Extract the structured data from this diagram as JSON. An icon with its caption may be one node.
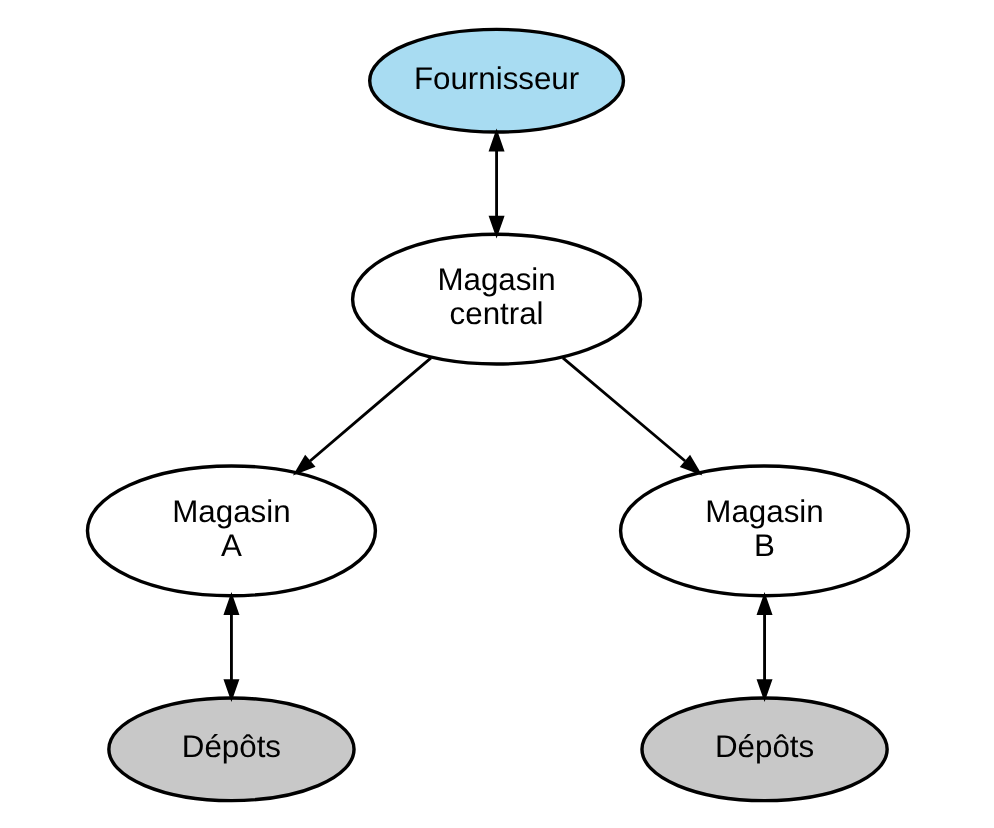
{
  "diagram": {
    "nodes": [
      {
        "text": [
          "Fournisseur"
        ]
      },
      {
        "text": [
          "Magasin central"
        ]
      },
      {
        "text": [
          "Magasin A"
        ]
      },
      {
        "text": [
          "Magasin B"
        ]
      },
      {
        "text": [
          "Dépôts"
        ]
      },
      {
        "text": [
          "Dépôts"
        ]
      }
    ],
    "edges": [
      {
        "from": 0,
        "to": 1,
        "arrow": "both"
      },
      {
        "from": 1,
        "to": 2,
        "arrow": "to"
      },
      {
        "from": 1,
        "to": 3,
        "arrow": "to"
      },
      {
        "from": 2,
        "to": 4,
        "arrow": "both"
      },
      {
        "from": 3,
        "to": 5,
        "arrow": "both"
      }
    ]
  }
}
